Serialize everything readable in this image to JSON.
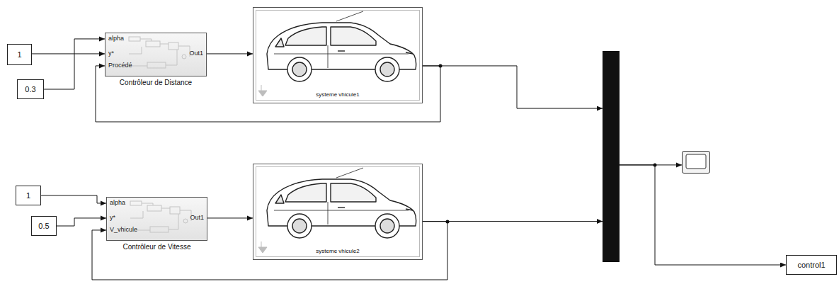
{
  "diagram": {
    "nodes": [
      {
        "text": [
          "1"
        ]
      },
      {
        "text": [
          "0.3"
        ]
      },
      {
        "text": [
          "alpha",
          "y*",
          "Procédé",
          "Out1",
          "Contrôleur de Distance"
        ]
      },
      {
        "text": [
          "systeme vhicule1"
        ]
      },
      {
        "text": [
          "1"
        ]
      },
      {
        "text": [
          "0.5"
        ]
      },
      {
        "text": [
          "alpha",
          "y*",
          "V_vhicule",
          "Out1",
          "Contrôleur de Vitesse"
        ]
      },
      {
        "text": [
          "systeme vhicule2"
        ]
      },
      {
        "text": []
      },
      {
        "text": []
      },
      {
        "text": [
          "control1"
        ]
      }
    ],
    "edges": [
      {
        "from": 0,
        "to": 2,
        "arrow": "to"
      },
      {
        "from": 1,
        "to": 2,
        "arrow": "to"
      },
      {
        "from": 2,
        "to": 3,
        "arrow": "to"
      },
      {
        "from": 3,
        "to": 2,
        "arrow": "to"
      },
      {
        "from": 4,
        "to": 6,
        "arrow": "to"
      },
      {
        "from": 5,
        "to": 6,
        "arrow": "to"
      },
      {
        "from": 6,
        "to": 7,
        "arrow": "to"
      },
      {
        "from": 7,
        "to": 6,
        "arrow": "to"
      },
      {
        "from": 3,
        "to": 8,
        "arrow": "to"
      },
      {
        "from": 7,
        "to": 8,
        "arrow": "to"
      },
      {
        "from": 8,
        "to": 9,
        "arrow": "to"
      },
      {
        "from": 8,
        "to": 10,
        "arrow": "to"
      }
    ]
  }
}
